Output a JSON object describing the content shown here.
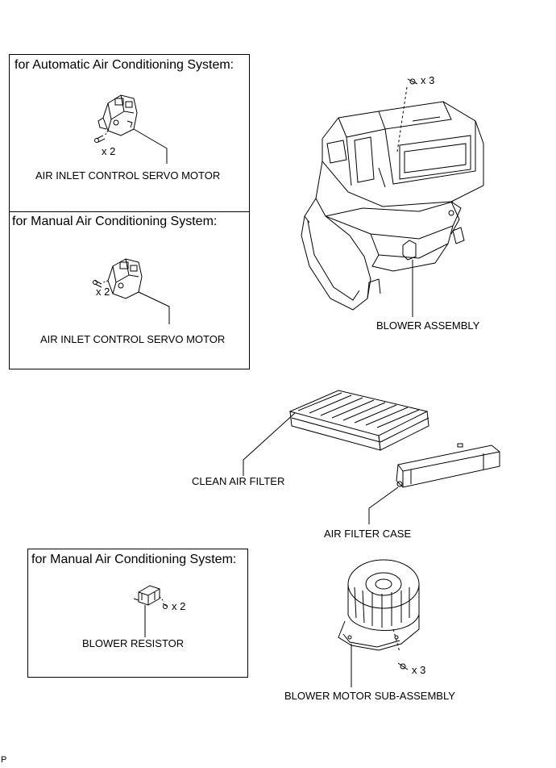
{
  "panels": {
    "auto_ac": {
      "title": "for Automatic Air Conditioning System:"
    },
    "manual_ac": {
      "title": "for Manual Air Conditioning System:"
    },
    "manual_ac_blower": {
      "title": "for Manual Air Conditioning System:"
    }
  },
  "labels": {
    "servo_motor_auto": "AIR INLET CONTROL SERVO MOTOR",
    "servo_motor_manual": "AIR INLET CONTROL SERVO MOTOR",
    "blower_assembly": "BLOWER ASSEMBLY",
    "clean_air_filter": "CLEAN AIR FILTER",
    "air_filter_case": "AIR FILTER CASE",
    "blower_resistor": "BLOWER RESISTOR",
    "blower_motor": "BLOWER MOTOR SUB-ASSEMBLY"
  },
  "quantities": {
    "servo_auto_screws": "x 2",
    "servo_manual_screws": "x 2",
    "blower_assembly_screws": "x 3",
    "resistor_screws": "x 2",
    "motor_screws": "x 3"
  },
  "corner_mark": "P"
}
